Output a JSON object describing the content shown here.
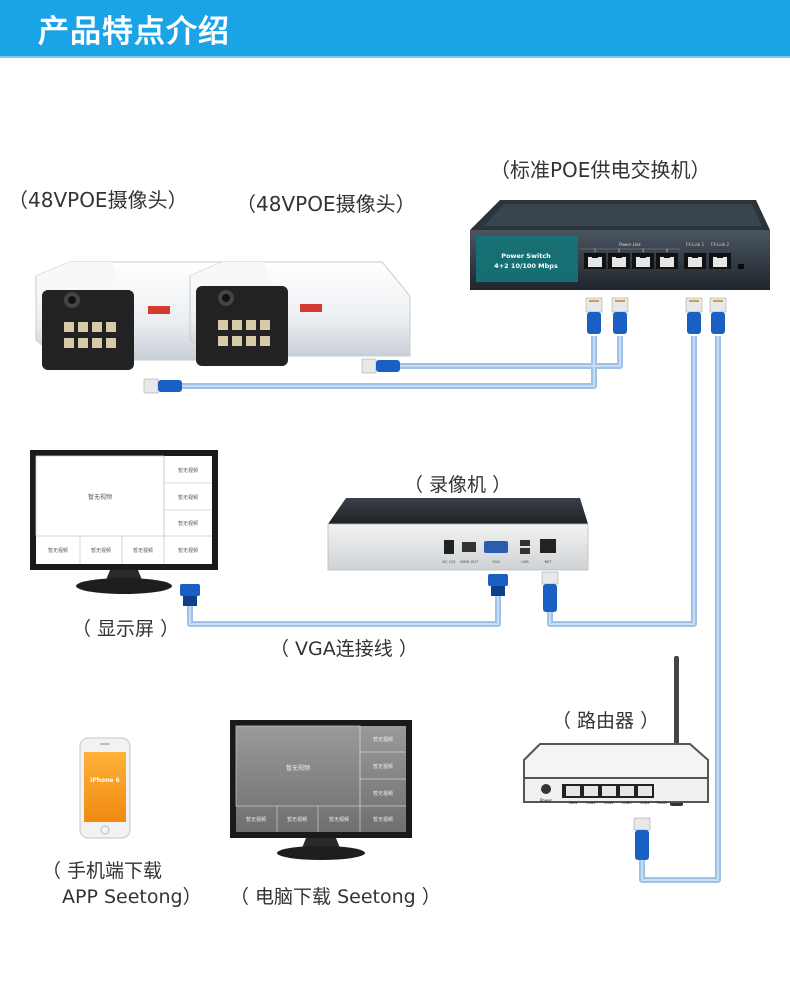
{
  "header": {
    "title": "产品特点介绍"
  },
  "labels": {
    "camera_1": "（48VPOE摄像头）",
    "camera_2": "（48VPOE摄像头）",
    "poe_switch": "（标准POE供电交换机）",
    "nvr": "（ 录像机 ）",
    "monitor": "（ 显示屏 ）",
    "vga_cable": "（ VGA连接线 ）",
    "router": "（ 路由器 ）",
    "phone_line1": "（ 手机端下载",
    "phone_line2": "APP Seetong）",
    "pc": "（ 电脑下载 Seetong ）"
  },
  "switch": {
    "brand_line1": "Power Switch",
    "brand_line2": "4+2 10/100 Mbps",
    "port_header": "Power Link",
    "port_numbers": [
      "1",
      "2",
      "3",
      "4"
    ],
    "uplink_1": "FX-Link 1",
    "uplink_2": "FX-Link 2"
  },
  "screens": {
    "main_cell": "暂无视频",
    "small_cell": "暂无视频"
  },
  "phone": {
    "model": "iPhone 6"
  },
  "router_ports": [
    "WAN",
    "LAN1",
    "LAN2",
    "LAN3",
    "LAN4"
  ],
  "router_power": "Power",
  "router_reset": "Reset",
  "nvr_ports": [
    "DC 12V",
    "HDMI-OUT",
    "VGA",
    "USB",
    "NET"
  ],
  "colors": {
    "header": "#1aa3e6",
    "cable": "#9fc3e8",
    "connector": "#1a5fc4",
    "switch_body": "#2a3440"
  }
}
